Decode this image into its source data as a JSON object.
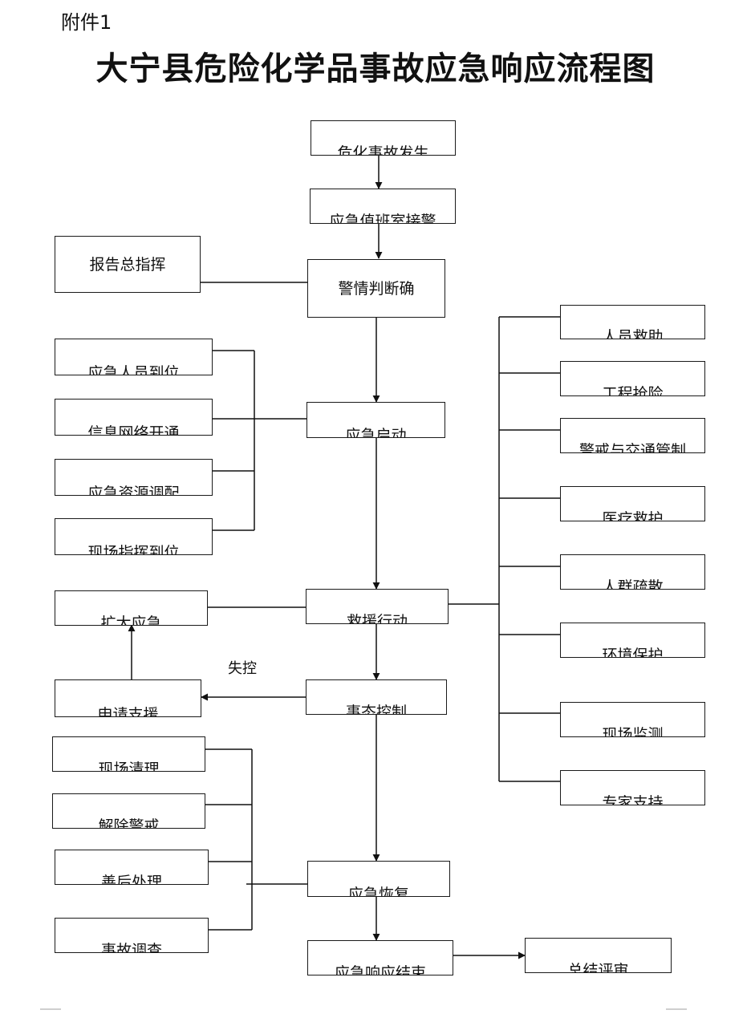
{
  "header": {
    "attachment": "附件1",
    "title": "大宁县危险化学品事故应急响应流程图"
  },
  "main_flow": {
    "occur": "危化事故发生",
    "receive": "应急值班室接警",
    "judge": "警情判断确",
    "start": "应急启动",
    "rescue": "救援行动",
    "control": "事态控制",
    "recover": "应急恢复",
    "end": "应急响应结束"
  },
  "side": {
    "report": "报告总指挥",
    "start_items": [
      "应急人员到位",
      "信息网络开通",
      "应急资源调配",
      "现场指挥到位"
    ],
    "expand": "扩大应急",
    "apply": "申请支援",
    "lost_control": "失控",
    "recover_items": [
      "现场清理",
      "解除警戒",
      "善后处理",
      "事故调查"
    ],
    "summary": "总结评审"
  },
  "rescue_items": [
    "人员救助",
    "工程抢险",
    "警戒与交通管制",
    "医疗救护",
    "人群疏散",
    "环境保护",
    "现场监测",
    "专家支持"
  ]
}
